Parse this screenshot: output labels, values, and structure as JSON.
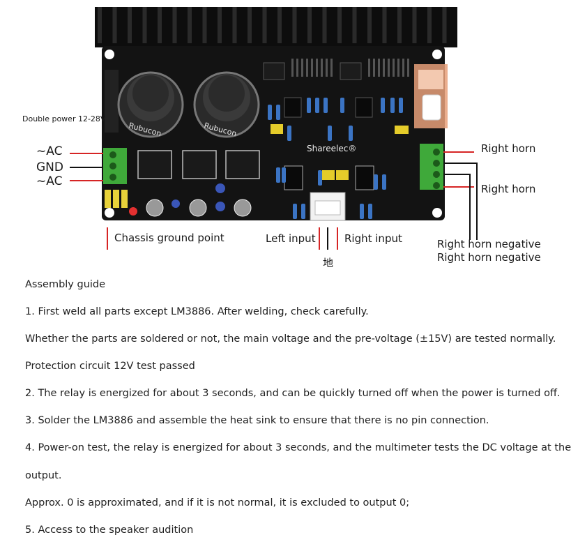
{
  "labels": {
    "power": "Double power 12-28V",
    "ac_top": "~AC",
    "gnd": "GND",
    "ac_bottom": "~AC",
    "right_horn_top": "Right horn",
    "right_horn_bottom": "Right horn",
    "chassis_ground": "Chassis ground point",
    "left_input": "Left input",
    "right_input": "Right input",
    "ground_cn": "地",
    "neg_1": "Right horn negative",
    "neg_2": "Right horn negative"
  },
  "board": {
    "brand": "Shareelec®",
    "cap_brand_left": "Rubucon",
    "cap_brand_right": "Rubucon"
  },
  "guide": {
    "title": "Assembly guide",
    "lines": [
      "1. First weld all parts except LM3886. After welding, check carefully.",
      "Whether the parts are soldered or not, the main voltage and the pre-voltage (±15V) are tested normally.",
      "Protection circuit 12V test passed",
      "2. The relay is energized for about 3 seconds, and can be quickly turned off when the power is turned off.",
      "3. Solder the LM3886 and assemble the heat sink to ensure that there is no pin connection.",
      "4. Power-on test, the relay is energized for about 3 seconds, and the multimeter tests the DC voltage at the",
      "output.",
      "Approx. 0 is approximated, and if it is not normal, it is excluded to output 0;",
      "5. Access to the speaker audition"
    ]
  },
  "colors": {
    "pcb": "#131313",
    "heatsink": "#0d0d0d",
    "terminal_green": "#3fa93a",
    "relay": "#e7a07a",
    "pointer_red": "#d62525",
    "pointer_black": "#111111"
  }
}
